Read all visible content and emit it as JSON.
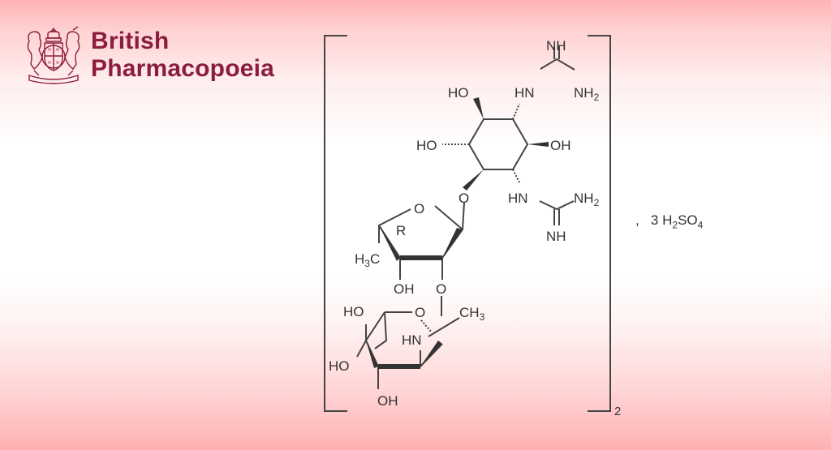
{
  "logo": {
    "line1": "British",
    "line2": "Pharmacopoeia",
    "icon": "royal-coat-of-arms-icon",
    "color": "#8b1d3f"
  },
  "structure": {
    "labels": {
      "nh_top": "NH",
      "hn_top": "HN",
      "nh2_top": "NH",
      "ho_top": "HO",
      "ho_mid": "HO",
      "oh_mid": "OH",
      "o_glyco": "O",
      "hn_mid": "HN",
      "nh2_mid": "NH",
      "nh_mid": "NH",
      "o_ring": "O",
      "r_label": "R",
      "h3c": "H",
      "oh_furan": "OH",
      "o_link": "O",
      "ho_pyr1": "HO",
      "o_pyr": "O",
      "ch3": "CH",
      "hn_pyr": "HN",
      "ho_pyr2": "HO",
      "oh_pyr": "OH"
    },
    "bracket_subscript": "2"
  },
  "formula": {
    "separator": ",",
    "coefficient": "3",
    "h": "H",
    "h_sub": "2",
    "so": "SO",
    "o_sub": "4"
  }
}
